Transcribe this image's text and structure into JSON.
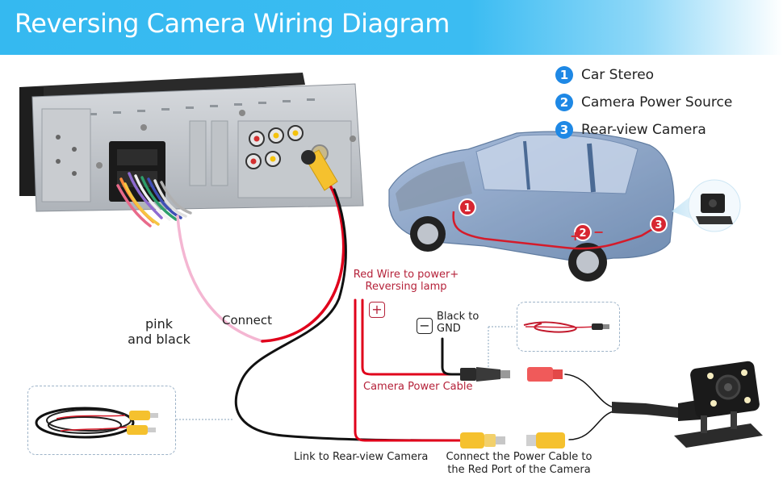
{
  "title": "Reversing Camera Wiring Diagram",
  "legend": [
    {
      "num": "1",
      "label": "Car Stereo"
    },
    {
      "num": "2",
      "label": "Camera Power Source"
    },
    {
      "num": "3",
      "label": "Rear-view Camera"
    }
  ],
  "car_markers": [
    "1",
    "2",
    "3"
  ],
  "car_signs": {
    "plus": "+",
    "minus": "−"
  },
  "labels": {
    "pink_black_line1": "pink",
    "pink_black_line2": "and black",
    "connect": "Connect",
    "red_wire_line1": "Red Wire to power+",
    "red_wire_line2": "Reversing lamp",
    "black_gnd_line1": "Black to",
    "black_gnd_line2": "GND",
    "camera_power_cable": "Camera Power Cable",
    "link_rear_view": "Link to Rear-view Camera",
    "connect_power_line1": "Connect the Power Cable to",
    "connect_power_line2": "the Red Port of the Camera"
  },
  "signs": {
    "plus": "+",
    "minus": "−"
  },
  "colors": {
    "title_bar": "#35b9f0",
    "legend_badge": "#1e88e5",
    "wire_red": "#e0001b",
    "wire_black": "#111111",
    "wire_pink": "#f4b6d2",
    "rca_yellow": "#f5c12e",
    "dc_red": "#f05a5a",
    "label_red": "#b5223a"
  }
}
